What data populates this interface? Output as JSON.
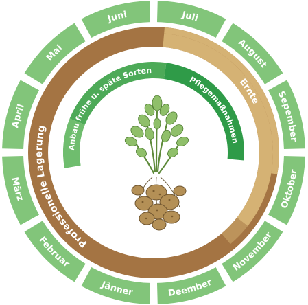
{
  "months": [
    "Jänner",
    "Februar",
    "März",
    "April",
    "Mai",
    "Juni",
    "Juli",
    "August",
    "Sepember",
    "Oktober",
    "November",
    "Deember"
  ],
  "rings": {
    "storage_label": "Professionelle Lagerung",
    "harvest_label": "Ernte",
    "planting_label": "Anbau frühe u. späte Sorten",
    "care_label": "Pflegemaßnahmen"
  },
  "colors": {
    "month_green": "#82c57a",
    "storage_brown": "#a47443",
    "harvest_tan": "#d5b274",
    "planting_green": "#4daa58",
    "care_green": "#2f9b48",
    "plant_leaf": "#8fbf6a",
    "tuber": "#b49056"
  },
  "illustration": {
    "icon": "potato-plant-icon"
  }
}
